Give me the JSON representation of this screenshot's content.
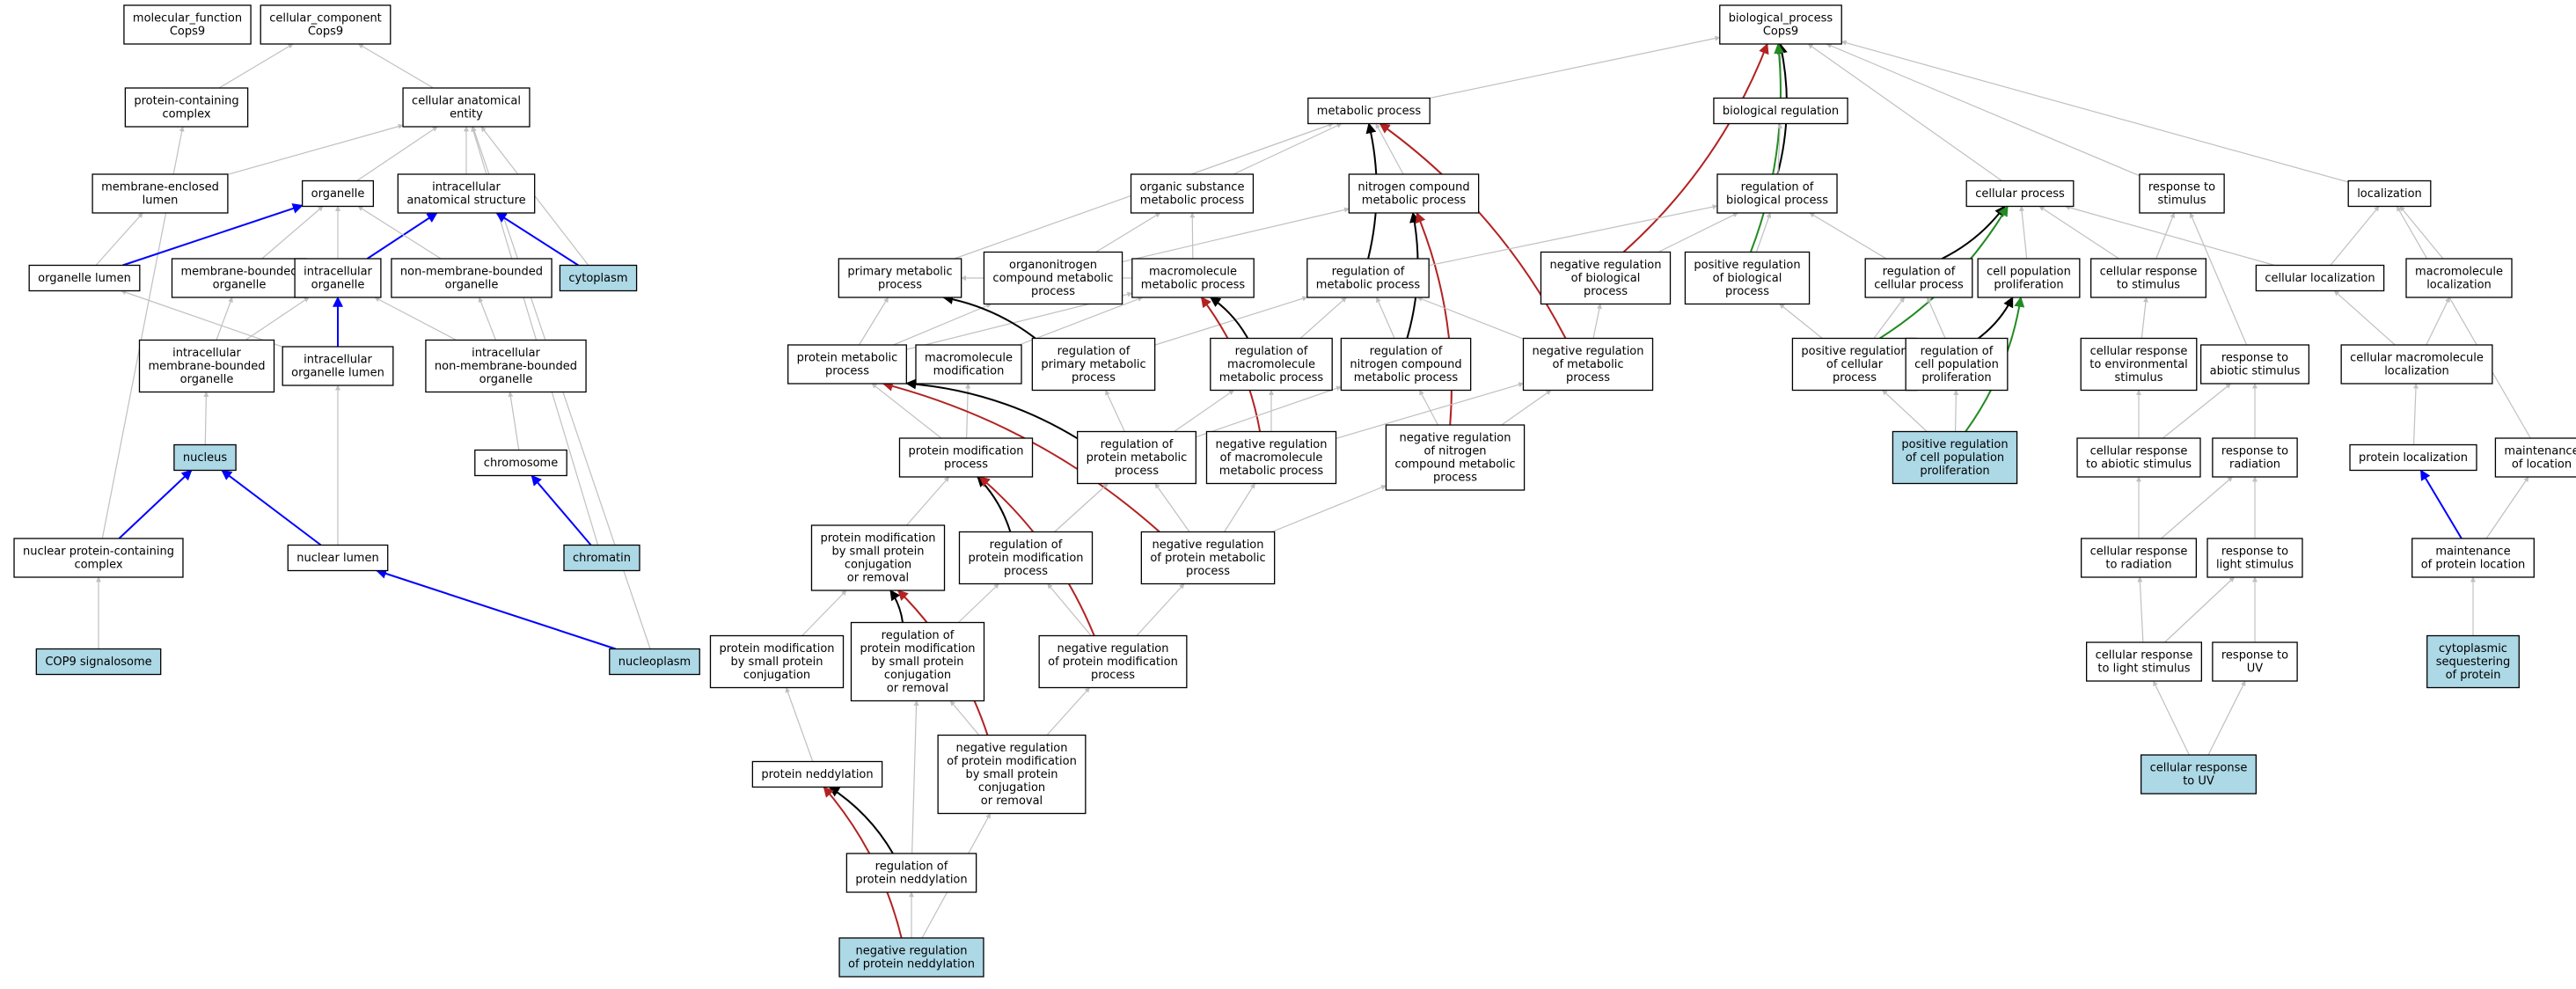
{
  "colors": {
    "background": "#ffffff",
    "node_fill": "#ffffff",
    "highlight_fill": "#add8e6",
    "node_stroke": "#000000",
    "edge_is_a": "#c0c0c0",
    "edge_part_of": "#0000ff",
    "edge_regulates": "#000000",
    "edge_neg_regulates": "#b22222",
    "edge_pos_regulates": "#228b22"
  },
  "nodes": [
    {
      "id": "mf",
      "lines": [
        "molecular_function",
        "Cops9"
      ],
      "hl": false
    },
    {
      "id": "cc",
      "lines": [
        "cellular_component",
        "Cops9"
      ],
      "hl": false
    },
    {
      "id": "bp",
      "lines": [
        "biological_process",
        "Cops9"
      ],
      "hl": false
    },
    {
      "id": "pcc",
      "lines": [
        "protein-containing",
        "complex"
      ],
      "hl": false
    },
    {
      "id": "cae",
      "lines": [
        "cellular anatomical",
        "entity"
      ],
      "hl": false
    },
    {
      "id": "mel",
      "lines": [
        "membrane-enclosed",
        "lumen"
      ],
      "hl": false
    },
    {
      "id": "org",
      "lines": [
        "organelle"
      ],
      "hl": false
    },
    {
      "id": "ias",
      "lines": [
        "intracellular",
        "anatomical structure"
      ],
      "hl": false
    },
    {
      "id": "orgl",
      "lines": [
        "organelle lumen"
      ],
      "hl": false
    },
    {
      "id": "mbo",
      "lines": [
        "membrane-bounded",
        "organelle"
      ],
      "hl": false
    },
    {
      "id": "io",
      "lines": [
        "intracellular",
        "organelle"
      ],
      "hl": false
    },
    {
      "id": "nmbo",
      "lines": [
        "non-membrane-bounded",
        "organelle"
      ],
      "hl": false
    },
    {
      "id": "cyto",
      "lines": [
        "cytoplasm"
      ],
      "hl": true
    },
    {
      "id": "imbo",
      "lines": [
        "intracellular",
        "membrane-bounded",
        "organelle"
      ],
      "hl": false
    },
    {
      "id": "iol",
      "lines": [
        "intracellular",
        "organelle lumen"
      ],
      "hl": false
    },
    {
      "id": "inmbo",
      "lines": [
        "intracellular",
        "non-membrane-bounded",
        "organelle"
      ],
      "hl": false
    },
    {
      "id": "nuc",
      "lines": [
        "nucleus"
      ],
      "hl": true
    },
    {
      "id": "chr",
      "lines": [
        "chromosome"
      ],
      "hl": false
    },
    {
      "id": "npcc",
      "lines": [
        "nuclear protein-containing",
        "complex"
      ],
      "hl": false
    },
    {
      "id": "nl",
      "lines": [
        "nuclear lumen"
      ],
      "hl": false
    },
    {
      "id": "chrom",
      "lines": [
        "chromatin"
      ],
      "hl": true
    },
    {
      "id": "csn",
      "lines": [
        "COP9 signalosome"
      ],
      "hl": true
    },
    {
      "id": "npl",
      "lines": [
        "nucleoplasm"
      ],
      "hl": true
    },
    {
      "id": "mp",
      "lines": [
        "metabolic process"
      ],
      "hl": false
    },
    {
      "id": "br",
      "lines": [
        "biological regulation"
      ],
      "hl": false
    },
    {
      "id": "osmp",
      "lines": [
        "organic substance",
        "metabolic process"
      ],
      "hl": false
    },
    {
      "id": "ncmp",
      "lines": [
        "nitrogen compound",
        "metabolic process"
      ],
      "hl": false
    },
    {
      "id": "rbp",
      "lines": [
        "regulation of",
        "biological process"
      ],
      "hl": false
    },
    {
      "id": "cp",
      "lines": [
        "cellular process"
      ],
      "hl": false
    },
    {
      "id": "rts",
      "lines": [
        "response to",
        "stimulus"
      ],
      "hl": false
    },
    {
      "id": "loc",
      "lines": [
        "localization"
      ],
      "hl": false
    },
    {
      "id": "pmp",
      "lines": [
        "primary metabolic",
        "process"
      ],
      "hl": false
    },
    {
      "id": "oncmp",
      "lines": [
        "organonitrogen",
        "compound metabolic",
        "process"
      ],
      "hl": false
    },
    {
      "id": "mmp",
      "lines": [
        "macromolecule",
        "metabolic process"
      ],
      "hl": false
    },
    {
      "id": "rmp",
      "lines": [
        "regulation of",
        "metabolic process"
      ],
      "hl": false
    },
    {
      "id": "nrbp",
      "lines": [
        "negative regulation",
        "of biological",
        "process"
      ],
      "hl": false
    },
    {
      "id": "prbp",
      "lines": [
        "positive regulation",
        "of biological",
        "process"
      ],
      "hl": false
    },
    {
      "id": "rcp",
      "lines": [
        "regulation of",
        "cellular process"
      ],
      "hl": false
    },
    {
      "id": "cpp",
      "lines": [
        "cell population",
        "proliferation"
      ],
      "hl": false
    },
    {
      "id": "crs",
      "lines": [
        "cellular response",
        "to stimulus"
      ],
      "hl": false
    },
    {
      "id": "cl",
      "lines": [
        "cellular localization"
      ],
      "hl": false
    },
    {
      "id": "ml",
      "lines": [
        "macromolecule",
        "localization"
      ],
      "hl": false
    },
    {
      "id": "prmp",
      "lines": [
        "protein metabolic",
        "process"
      ],
      "hl": false
    },
    {
      "id": "mm",
      "lines": [
        "macromolecule",
        "modification"
      ],
      "hl": false
    },
    {
      "id": "rpmp",
      "lines": [
        "regulation of",
        "primary metabolic",
        "process"
      ],
      "hl": false
    },
    {
      "id": "rmmp",
      "lines": [
        "regulation of",
        "macromolecule",
        "metabolic process"
      ],
      "hl": false
    },
    {
      "id": "rncmp",
      "lines": [
        "regulation of",
        "nitrogen compound",
        "metabolic process"
      ],
      "hl": false
    },
    {
      "id": "nrmp",
      "lines": [
        "negative regulation",
        "of metabolic",
        "process"
      ],
      "hl": false
    },
    {
      "id": "prcp",
      "lines": [
        "positive regulation",
        "of cellular",
        "process"
      ],
      "hl": false
    },
    {
      "id": "rcpp",
      "lines": [
        "regulation of",
        "cell population",
        "proliferation"
      ],
      "hl": false
    },
    {
      "id": "crest",
      "lines": [
        "cellular response",
        "to environmental",
        "stimulus"
      ],
      "hl": false
    },
    {
      "id": "rtas",
      "lines": [
        "response to",
        "abiotic stimulus"
      ],
      "hl": false
    },
    {
      "id": "cml",
      "lines": [
        "cellular macromolecule",
        "localization"
      ],
      "hl": false
    },
    {
      "id": "pmod",
      "lines": [
        "protein modification",
        "process"
      ],
      "hl": false
    },
    {
      "id": "rprmp",
      "lines": [
        "regulation of",
        "protein metabolic",
        "process"
      ],
      "hl": false
    },
    {
      "id": "nrmmp",
      "lines": [
        "negative regulation",
        "of macromolecule",
        "metabolic process"
      ],
      "hl": false
    },
    {
      "id": "nrncmp",
      "lines": [
        "negative regulation",
        "of nitrogen",
        "compound metabolic",
        "process"
      ],
      "hl": false
    },
    {
      "id": "prcpp",
      "lines": [
        "positive regulation",
        "of cell population",
        "proliferation"
      ],
      "hl": true
    },
    {
      "id": "crtas",
      "lines": [
        "cellular response",
        "to abiotic stimulus"
      ],
      "hl": false
    },
    {
      "id": "rtr",
      "lines": [
        "response to",
        "radiation"
      ],
      "hl": false
    },
    {
      "id": "ploc",
      "lines": [
        "protein localization"
      ],
      "hl": false
    },
    {
      "id": "mol",
      "lines": [
        "maintenance",
        "of location"
      ],
      "hl": false
    },
    {
      "id": "pmsp",
      "lines": [
        "protein modification",
        "by small protein",
        "conjugation",
        "or removal"
      ],
      "hl": false
    },
    {
      "id": "rpmod",
      "lines": [
        "regulation of",
        "protein modification",
        "process"
      ],
      "hl": false
    },
    {
      "id": "nrprmp",
      "lines": [
        "negative regulation",
        "of protein metabolic",
        "process"
      ],
      "hl": false
    },
    {
      "id": "crtr",
      "lines": [
        "cellular response",
        "to radiation"
      ],
      "hl": false
    },
    {
      "id": "rtls",
      "lines": [
        "response to",
        "light stimulus"
      ],
      "hl": false
    },
    {
      "id": "mopl",
      "lines": [
        "maintenance",
        "of protein location"
      ],
      "hl": false
    },
    {
      "id": "pmspc",
      "lines": [
        "protein modification",
        "by small protein",
        "conjugation"
      ],
      "hl": false
    },
    {
      "id": "rpmsp",
      "lines": [
        "regulation of",
        "protein modification",
        "by small protein",
        "conjugation",
        "or removal"
      ],
      "hl": false
    },
    {
      "id": "nrpmod",
      "lines": [
        "negative regulation",
        "of protein modification",
        "process"
      ],
      "hl": false
    },
    {
      "id": "crtls",
      "lines": [
        "cellular response",
        "to light stimulus"
      ],
      "hl": false
    },
    {
      "id": "rtuv",
      "lines": [
        "response to",
        "UV"
      ],
      "hl": false
    },
    {
      "id": "csp",
      "lines": [
        "cytoplasmic",
        "sequestering",
        "of protein"
      ],
      "hl": true
    },
    {
      "id": "pnedd",
      "lines": [
        "protein neddylation"
      ],
      "hl": false
    },
    {
      "id": "nrpmsp",
      "lines": [
        "negative regulation",
        "of protein modification",
        "by small protein",
        "conjugation",
        "or removal"
      ],
      "hl": false
    },
    {
      "id": "crtuv",
      "lines": [
        "cellular response",
        "to UV"
      ],
      "hl": true
    },
    {
      "id": "rpn",
      "lines": [
        "regulation of",
        "protein neddylation"
      ],
      "hl": false
    },
    {
      "id": "nrpn",
      "lines": [
        "negative regulation",
        "of protein neddylation"
      ],
      "hl": true
    }
  ],
  "edges": [
    [
      "pcc",
      "cc",
      "is_a"
    ],
    [
      "cae",
      "cc",
      "is_a"
    ],
    [
      "mel",
      "cae",
      "is_a"
    ],
    [
      "org",
      "cae",
      "is_a"
    ],
    [
      "ias",
      "cae",
      "is_a"
    ],
    [
      "cyto",
      "cae",
      "is_a"
    ],
    [
      "chrom",
      "cae",
      "is_a"
    ],
    [
      "npl",
      "cae",
      "is_a"
    ],
    [
      "npcc",
      "pcc",
      "is_a"
    ],
    [
      "orgl",
      "mel",
      "is_a"
    ],
    [
      "orgl",
      "org",
      "part_of"
    ],
    [
      "mbo",
      "org",
      "is_a"
    ],
    [
      "io",
      "org",
      "is_a"
    ],
    [
      "io",
      "ias",
      "part_of"
    ],
    [
      "nmbo",
      "org",
      "is_a"
    ],
    [
      "cyto",
      "ias",
      "part_of"
    ],
    [
      "imbo",
      "mbo",
      "is_a"
    ],
    [
      "imbo",
      "io",
      "is_a"
    ],
    [
      "iol",
      "io",
      "part_of"
    ],
    [
      "inmbo",
      "io",
      "is_a"
    ],
    [
      "inmbo",
      "nmbo",
      "is_a"
    ],
    [
      "iol",
      "orgl",
      "is_a"
    ],
    [
      "nuc",
      "imbo",
      "is_a"
    ],
    [
      "chr",
      "inmbo",
      "is_a"
    ],
    [
      "npcc",
      "nuc",
      "part_of"
    ],
    [
      "nl",
      "nuc",
      "part_of"
    ],
    [
      "chrom",
      "chr",
      "part_of"
    ],
    [
      "nl",
      "iol",
      "is_a"
    ],
    [
      "csn",
      "npcc",
      "is_a"
    ],
    [
      "npl",
      "nl",
      "part_of"
    ],
    [
      "mp",
      "bp",
      "is_a"
    ],
    [
      "br",
      "bp",
      "is_a"
    ],
    [
      "cp",
      "bp",
      "is_a"
    ],
    [
      "rts",
      "bp",
      "is_a"
    ],
    [
      "loc",
      "bp",
      "is_a"
    ],
    [
      "rbp",
      "bp",
      "regulates"
    ],
    [
      "nrbp",
      "bp",
      "neg"
    ],
    [
      "prbp",
      "bp",
      "pos"
    ],
    [
      "rbp",
      "br",
      "is_a"
    ],
    [
      "osmp",
      "mp",
      "is_a"
    ],
    [
      "ncmp",
      "mp",
      "is_a"
    ],
    [
      "pmp",
      "mp",
      "is_a"
    ],
    [
      "rmp",
      "mp",
      "regulates"
    ],
    [
      "nrmp",
      "mp",
      "neg"
    ],
    [
      "oncmp",
      "osmp",
      "is_a"
    ],
    [
      "oncmp",
      "ncmp",
      "is_a"
    ],
    [
      "mmp",
      "osmp",
      "is_a"
    ],
    [
      "mmp",
      "pmp",
      "is_a"
    ],
    [
      "rncmp",
      "ncmp",
      "regulates"
    ],
    [
      "nrncmp",
      "ncmp",
      "neg"
    ],
    [
      "rmp",
      "rbp",
      "is_a"
    ],
    [
      "nrbp",
      "rbp",
      "is_a"
    ],
    [
      "prbp",
      "rbp",
      "is_a"
    ],
    [
      "rcp",
      "rbp",
      "is_a"
    ],
    [
      "rcp",
      "cp",
      "regulates"
    ],
    [
      "cpp",
      "cp",
      "is_a"
    ],
    [
      "crs",
      "cp",
      "is_a"
    ],
    [
      "cl",
      "cp",
      "is_a"
    ],
    [
      "prcp",
      "cp",
      "pos"
    ],
    [
      "crs",
      "rts",
      "is_a"
    ],
    [
      "rtas",
      "rts",
      "is_a"
    ],
    [
      "cl",
      "loc",
      "is_a"
    ],
    [
      "ml",
      "loc",
      "is_a"
    ],
    [
      "mol",
      "loc",
      "is_a"
    ],
    [
      "prmp",
      "pmp",
      "is_a"
    ],
    [
      "prmp",
      "mmp",
      "is_a"
    ],
    [
      "prmp",
      "oncmp",
      "is_a"
    ],
    [
      "mm",
      "mmp",
      "is_a"
    ],
    [
      "rpmp",
      "pmp",
      "regulates"
    ],
    [
      "rpmp",
      "rmp",
      "is_a"
    ],
    [
      "rmmp",
      "mmp",
      "regulates"
    ],
    [
      "rmmp",
      "rmp",
      "is_a"
    ],
    [
      "rncmp",
      "rmp",
      "is_a"
    ],
    [
      "nrmp",
      "rmp",
      "is_a"
    ],
    [
      "nrmp",
      "nrbp",
      "is_a"
    ],
    [
      "nrmmp",
      "mmp",
      "neg"
    ],
    [
      "prcp",
      "prbp",
      "is_a"
    ],
    [
      "prcp",
      "rcp",
      "is_a"
    ],
    [
      "rcpp",
      "rcp",
      "is_a"
    ],
    [
      "rcpp",
      "cpp",
      "regulates"
    ],
    [
      "prcpp",
      "prcp",
      "is_a"
    ],
    [
      "prcpp",
      "rcpp",
      "is_a"
    ],
    [
      "prcpp",
      "cpp",
      "pos"
    ],
    [
      "crest",
      "crs",
      "is_a"
    ],
    [
      "crtas",
      "crest",
      "is_a"
    ],
    [
      "crtas",
      "rtas",
      "is_a"
    ],
    [
      "cml",
      "cl",
      "is_a"
    ],
    [
      "cml",
      "ml",
      "is_a"
    ],
    [
      "ploc",
      "cml",
      "is_a"
    ],
    [
      "mopl",
      "ploc",
      "part_of"
    ],
    [
      "mopl",
      "mol",
      "is_a"
    ],
    [
      "csp",
      "mopl",
      "is_a"
    ],
    [
      "pmod",
      "prmp",
      "is_a"
    ],
    [
      "pmod",
      "mm",
      "is_a"
    ],
    [
      "rprmp",
      "prmp",
      "regulates"
    ],
    [
      "rprmp",
      "rpmp",
      "is_a"
    ],
    [
      "rprmp",
      "rmmp",
      "is_a"
    ],
    [
      "rprmp",
      "rncmp",
      "is_a"
    ],
    [
      "nrmmp",
      "rmmp",
      "is_a"
    ],
    [
      "nrmmp",
      "nrmp",
      "is_a"
    ],
    [
      "nrncmp",
      "rncmp",
      "is_a"
    ],
    [
      "nrncmp",
      "nrmp",
      "is_a"
    ],
    [
      "nrprmp",
      "prmp",
      "neg"
    ],
    [
      "nrprmp",
      "rprmp",
      "is_a"
    ],
    [
      "nrprmp",
      "nrmmp",
      "is_a"
    ],
    [
      "nrprmp",
      "nrncmp",
      "is_a"
    ],
    [
      "rtr",
      "rtas",
      "is_a"
    ],
    [
      "crtr",
      "crtas",
      "is_a"
    ],
    [
      "crtr",
      "rtr",
      "is_a"
    ],
    [
      "rtls",
      "rtr",
      "is_a"
    ],
    [
      "crtls",
      "crtr",
      "is_a"
    ],
    [
      "crtls",
      "rtls",
      "is_a"
    ],
    [
      "rtuv",
      "rtls",
      "is_a"
    ],
    [
      "crtuv",
      "crtls",
      "is_a"
    ],
    [
      "crtuv",
      "rtuv",
      "is_a"
    ],
    [
      "pmsp",
      "pmod",
      "is_a"
    ],
    [
      "rpmod",
      "pmod",
      "regulates"
    ],
    [
      "rpmod",
      "rprmp",
      "is_a"
    ],
    [
      "nrpmod",
      "pmod",
      "neg"
    ],
    [
      "nrpmod",
      "rpmod",
      "is_a"
    ],
    [
      "nrpmod",
      "nrprmp",
      "is_a"
    ],
    [
      "pmspc",
      "pmsp",
      "is_a"
    ],
    [
      "rpmsp",
      "pmsp",
      "regulates"
    ],
    [
      "rpmsp",
      "rpmod",
      "is_a"
    ],
    [
      "nrpmsp",
      "pmsp",
      "neg"
    ],
    [
      "nrpmsp",
      "rpmsp",
      "is_a"
    ],
    [
      "nrpmsp",
      "nrpmod",
      "is_a"
    ],
    [
      "pnedd",
      "pmspc",
      "is_a"
    ],
    [
      "rpn",
      "pnedd",
      "regulates"
    ],
    [
      "rpn",
      "rpmsp",
      "is_a"
    ],
    [
      "nrpn",
      "pnedd",
      "neg"
    ],
    [
      "nrpn",
      "rpn",
      "is_a"
    ],
    [
      "nrpn",
      "nrpmsp",
      "is_a"
    ]
  ]
}
